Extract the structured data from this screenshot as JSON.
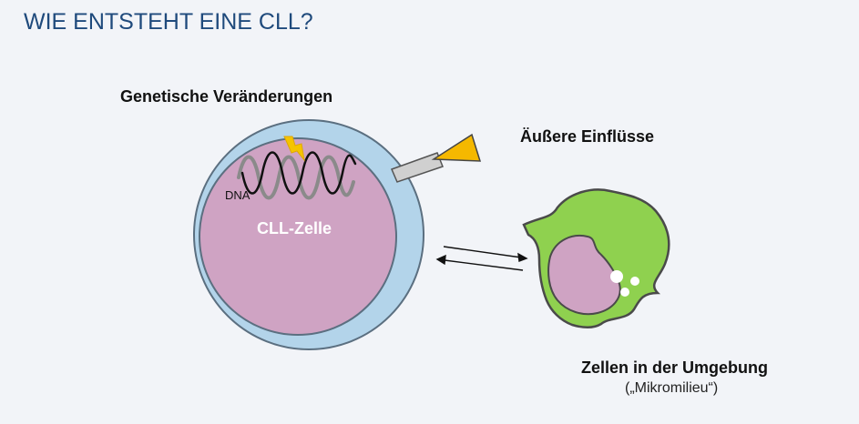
{
  "title": "WIE ENTSTEHT EINE CLL?",
  "labels": {
    "genetic_changes": "Genetische Veränderungen",
    "external_influences": "Äußere Einflüsse",
    "cll_cell": "CLL-Zelle",
    "dna": "DNA",
    "surrounding_cells": "Zellen in der Umgebung",
    "microenvironment": "(„Mikromilieu“)"
  },
  "colors": {
    "title": "#1f4a7c",
    "cell_outer": "#b3d4ea",
    "cell_inner": "#cfa3c3",
    "microenv_cell": "#8fd14f",
    "microenv_nucleus": "#cfa3c3",
    "lightning": "#f5c400",
    "triangle": "#f5b800",
    "arrow_body": "#d0d0d0"
  }
}
